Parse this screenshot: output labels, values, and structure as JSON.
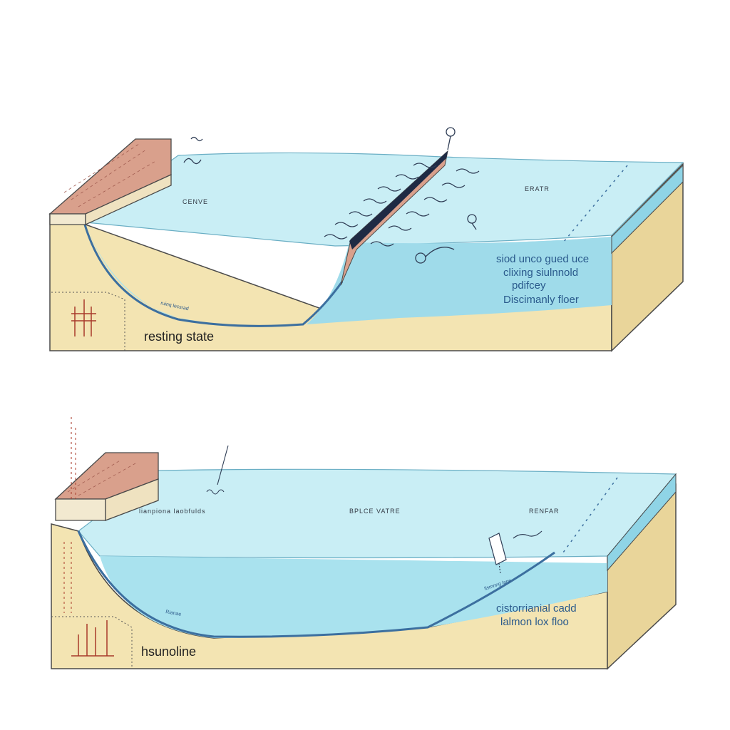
{
  "panels": [
    {
      "id": "top",
      "labels": {
        "left_water": "CENVE",
        "right_water": "ERATR",
        "curve_note": "ruinq lecsrad",
        "main": "resting state",
        "box_side": "ꟷꟷꟷꟷ"
      },
      "notes": [
        "siod unco gued uce",
        "clixing siulnnold",
        "pdifcey",
        "Discimanly floer"
      ]
    },
    {
      "id": "bottom",
      "labels": {
        "left_water": "lianpiona laobfulds",
        "center_water": "BPLCE VATRE",
        "right_water": "RENFAR",
        "curve_note": "Rianae",
        "slope_note": "Ilsmnng lane",
        "main": "hsunoline"
      },
      "notes": [
        "cistorrianial cadd",
        "lalmon lox floo"
      ]
    }
  ],
  "colors": {
    "water_light": "#c9eef5",
    "water_mid": "#a9e2ee",
    "water_deep": "#8fd4e6",
    "sand": "#f3e4b2",
    "sand_side": "#e9d59a",
    "brick": "#d9a08c",
    "outline": "#4a4a4a",
    "curve": "#3c6f9f",
    "barrier": "#1f2a44"
  }
}
